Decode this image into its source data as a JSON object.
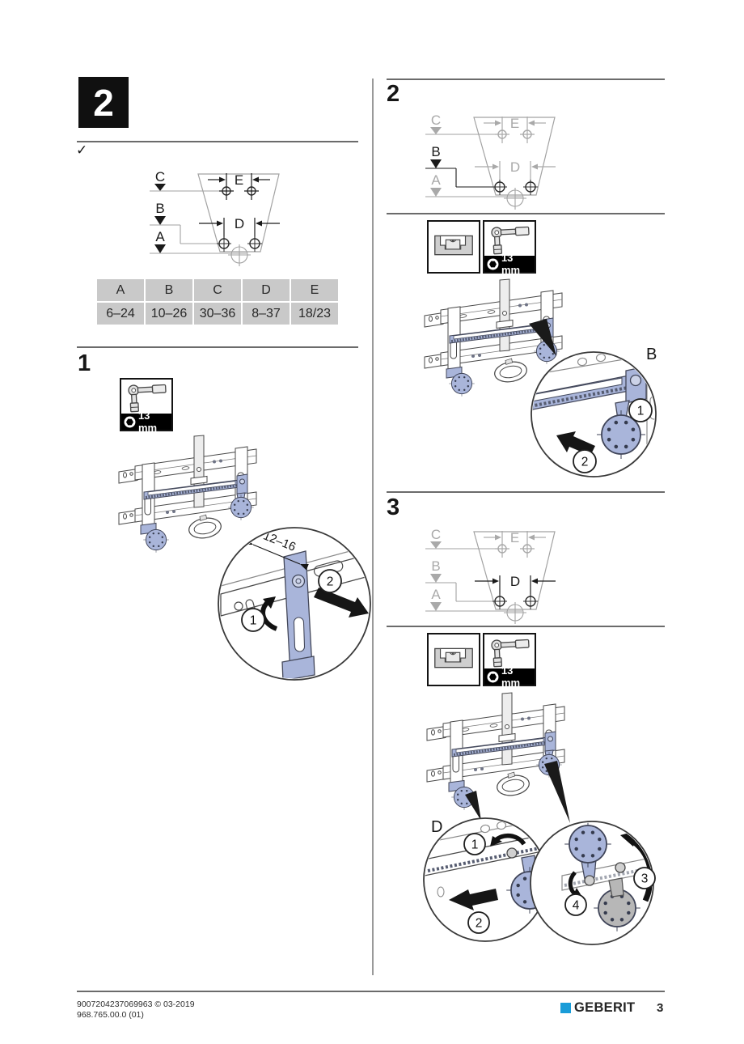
{
  "colors": {
    "accent_blue": "#a9b5da",
    "brand_blue": "#199cd8",
    "table_cell_gray": "#c9c9c9",
    "faded_gray": "#a9a9a9",
    "line_dark": "#4a4a4a"
  },
  "chapter": {
    "number": "2",
    "checkmark": "✓"
  },
  "diagram": {
    "A": "A",
    "B": "B",
    "C": "C",
    "D": "D",
    "E": "E"
  },
  "table": {
    "headers": [
      "A",
      "B",
      "C",
      "D",
      "E"
    ],
    "values": [
      "6–24",
      "10–26",
      "30–36",
      "8–37",
      "18/23"
    ]
  },
  "steps": [
    {
      "heading": "1",
      "wrench_label": "13 mm",
      "callout": {
        "dimension": "12–16",
        "s1": "1",
        "s2": "2"
      }
    },
    {
      "heading": "2",
      "label": "B",
      "wrench_label": "13 mm",
      "callout": {
        "s1": "1",
        "s2": "2"
      }
    },
    {
      "heading": "3",
      "label": "D",
      "wrench_label": "13 mm",
      "callout": {
        "s1": "1",
        "s2": "2",
        "s3": "3",
        "s4": "4"
      }
    }
  ],
  "footer": {
    "id_line": "9007204237069963 © 03-2019",
    "doc_line": "968.765.00.0 (01)",
    "brand": "GEBERIT",
    "page": "3"
  }
}
